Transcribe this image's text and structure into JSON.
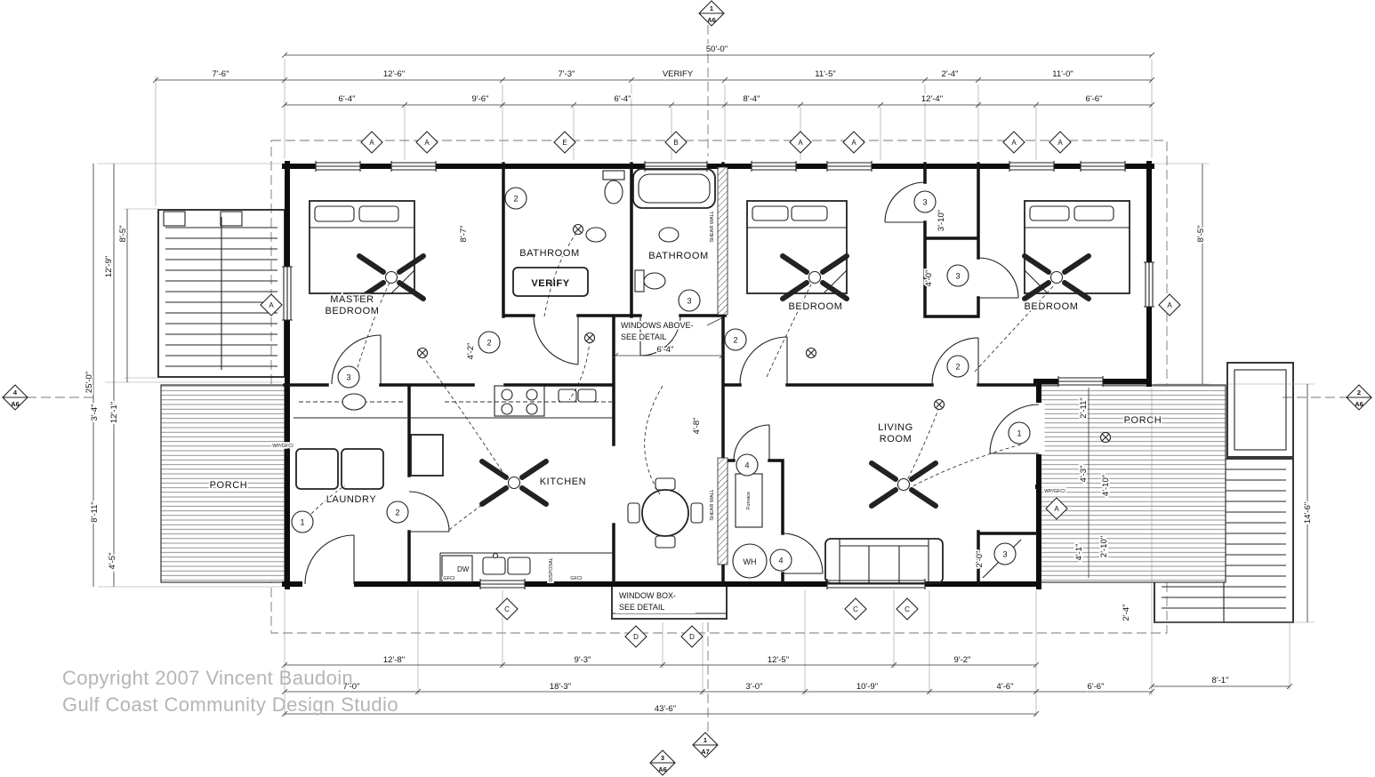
{
  "copyright": {
    "line1": "Copyright 2007 Vincent Baudoin",
    "line2": "Gulf Coast Community Design Studio"
  },
  "rooms": {
    "master1": "MASTER",
    "master2": "BEDROOM",
    "bathroom": "BATHROOM",
    "bedroom": "BEDROOM",
    "kitchen": "KITCHEN",
    "laundry": "LAUNDRY",
    "living1": "LIVING",
    "living2": "ROOM",
    "porch": "PORCH"
  },
  "notes": {
    "windows_above": "WINDOWS ABOVE-",
    "window_box": "WINDOW BOX-",
    "see_detail": "SEE DETAIL",
    "verify": "VERIFY",
    "shear_wall": "SHEAR WALL",
    "dw": "DW",
    "wh": "WH",
    "furnace": "Furnace",
    "disposal": "DISPOSAL",
    "gfci": "GFCI",
    "wp_gfci": "WP/GFCI"
  },
  "dims": {
    "overall_top": "50'-0\"",
    "top2": [
      "7'-6\"",
      "12'-6\"",
      "7'-3\"",
      "VERIFY",
      "11'-5\"",
      "2'-4\"",
      "11'-0\""
    ],
    "top3": [
      "6'-4\"",
      "9'-6\"",
      "6'-4\"",
      "8'-4\"",
      "12'-4\"",
      "6'-6\""
    ],
    "bottom1": [
      "12'-8\"",
      "9'-3\"",
      "12'-5\"",
      "9'-2\""
    ],
    "bottom2": [
      "7'-0\"",
      "18'-3\"",
      "3'-0\"",
      "10'-9\"",
      "4'-6\"",
      "6'-6\""
    ],
    "overall_bottom": "43'-6\"",
    "stair_right": "8'-1\"",
    "left": [
      "25'-0\"",
      "12'-9\"",
      "8'-5\"",
      "3'-4\"",
      "12'-1\"",
      "8'-11\"",
      "4'-5\""
    ],
    "right": [
      "8'-5\"",
      "14'-6\"",
      "2'-11\"",
      "4'-3\"",
      "4'-10\"",
      "4'-1\"",
      "2'-4\""
    ],
    "interior": [
      "8'-7\"",
      "4'-2\"",
      "6'-4\"",
      "3'-10\"",
      "4'-0\"",
      "4'-8\"",
      "2'-0\"",
      "2'-10\""
    ]
  },
  "markers": {
    "top_diamonds": [
      "A",
      "A",
      "E",
      "B",
      "A",
      "A",
      "A",
      "A"
    ],
    "bottom_diamonds": [
      "C",
      "C",
      "C",
      "D",
      "D"
    ],
    "side_diamonds": [
      "A",
      "A",
      "A"
    ],
    "sections": [
      {
        "num": "1",
        "sheet": "A6"
      },
      {
        "num": "4",
        "sheet": "A6"
      },
      {
        "num": "2",
        "sheet": "A6"
      },
      {
        "num": "1",
        "sheet": "A7"
      },
      {
        "num": "3",
        "sheet": "A6"
      }
    ],
    "keynotes": [
      "2",
      "3",
      "3",
      "3",
      "2",
      "2",
      "2",
      "3",
      "1",
      "2",
      "4",
      "4",
      "3",
      "1"
    ]
  }
}
